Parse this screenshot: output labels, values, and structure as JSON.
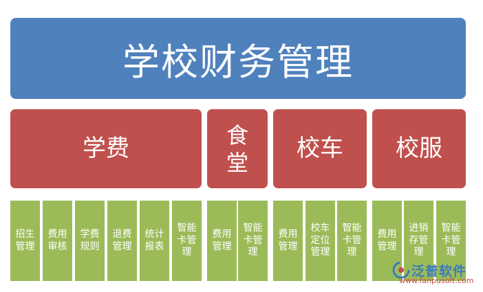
{
  "title": "学校财务管理",
  "categories": [
    {
      "label": "学费"
    },
    {
      "label": "食\n堂"
    },
    {
      "label": "校车"
    },
    {
      "label": "校服"
    }
  ],
  "leaves": [
    {
      "label": "招生管理"
    },
    {
      "label": "费用审核"
    },
    {
      "label": "学费规则"
    },
    {
      "label": "退费管理"
    },
    {
      "label": "统计报表"
    },
    {
      "label": "智能卡管理"
    },
    {
      "label": "费用管理"
    },
    {
      "label": "智能卡管理"
    },
    {
      "label": "费用管理"
    },
    {
      "label": "校车定位管理"
    },
    {
      "label": "智能卡管理"
    },
    {
      "label": "费用管理"
    },
    {
      "label": "进销存管理"
    },
    {
      "label": "智能卡管理"
    }
  ],
  "watermark": {
    "name": "泛普软件",
    "url": "www.fanpusoft.com"
  },
  "colors": {
    "title_box": "#4f81bd",
    "category_box": "#c0504d",
    "leaf_box": "#9bbb59"
  }
}
